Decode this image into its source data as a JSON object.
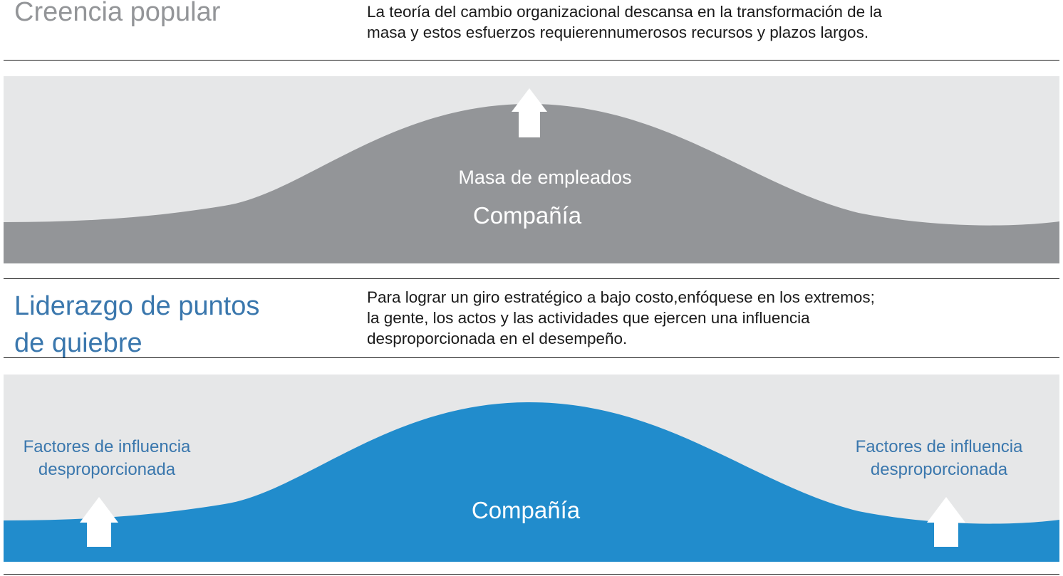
{
  "section_popular": {
    "title": "Creencia popular",
    "description_lines": [
      "La teoría del cambio organizacional descansa en la transformación de la",
      "masa y estos esfuerzos requierennumerosos recursos y plazos largos."
    ],
    "curve_labels": {
      "mass": "Masa de empleados",
      "company": "Compañía"
    }
  },
  "section_tipping": {
    "title_lines": [
      "Liderazgo de puntos",
      "de quiebre"
    ],
    "description_lines": [
      "Para lograr un giro estratégico a bajo costo,enfóquese en los extremos;",
      "la gente, los actos y las actividades que ejercen una influencia",
      "desproporcionada en el desempeño."
    ],
    "curve_labels": {
      "company": "Compañía",
      "factor_left_lines": [
        "Factores de influencia",
        "desproporcionada"
      ],
      "factor_right_lines": [
        "Factores de influencia",
        "desproporcionada"
      ]
    }
  },
  "colors": {
    "panel_background": "#e6e7e8",
    "gray_curve": "#939598",
    "blue_curve": "#218ccc",
    "heading_gray": "#939598",
    "heading_blue": "#3a77ad",
    "arrow": "#ffffff"
  },
  "icons": {
    "arrow": "up-arrow-icon"
  }
}
